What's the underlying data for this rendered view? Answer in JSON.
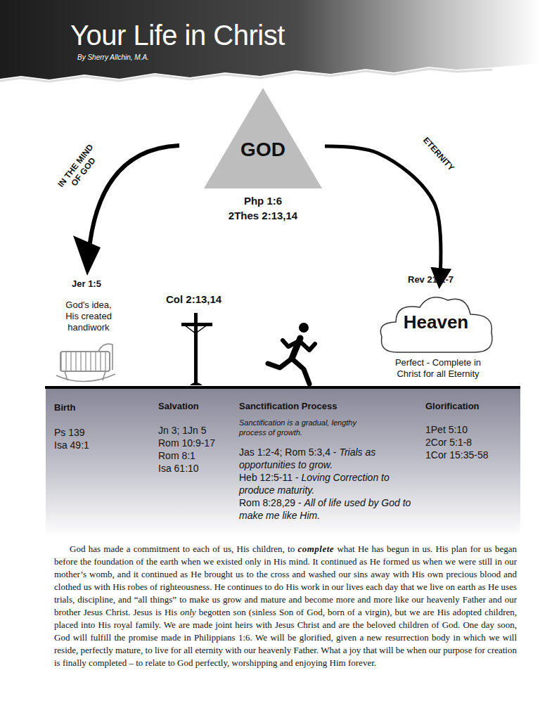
{
  "diagram": {
    "title": "Your Life in Christ",
    "nodes": [
      {
        "text": [
          "GOD"
        ]
      },
      {
        "text": [
          "Heaven"
        ]
      }
    ],
    "edges": [
      {
        "from": 0,
        "to": 1,
        "arrow": "to",
        "label": "ETERNITY"
      }
    ],
    "labels": [
      "By Sherry Allchin, M.A.",
      "IN THE MIND OF GOD",
      "Php 1:6",
      "2Thes 2:13,14",
      "Jer 1:5",
      "God's idea, His created handiwork",
      "Col 2:13,14",
      "Rev 21:2-7",
      "Perfect - Complete in Christ for all Eternity",
      "Birth",
      "Ps 139",
      "Isa 49:1",
      "Salvation",
      "Jn 3; 1Jn 5",
      "Rom 10:9-17",
      "Rom 8:1",
      "Isa 61:10",
      "Sanctification Process",
      "Sanctification is a gradual, lengthy process of growth.",
      "Jas 1:2-4; Rom 5:3,4 - ",
      "Trials as opportunities to grow.",
      "Heb 12:5-11 - ",
      "Loving Correction to produce maturity.",
      "Rom 8:28,29 - ",
      "All of life used by God to make me like Him.",
      "Glorification",
      "1Pet 5:10",
      "2Cor 5:1-8",
      "1Cor 15:35-58",
      "God has made a commitment to each of us, His children, to ",
      "complete",
      " what He has begun in us. His plan for us began before the foundation of the earth when we existed only in His mind. It continued as He formed us when we were still in our mother’s womb, and it continued as He brought us to the cross and washed our sins away with His own precious blood and clothed us with His robes of righteousness. He continues to do His work in our lives each day that we live on earth as He uses trials, discipline, and “all things” to make us grow and mature and become more and more like our heavenly Father and our brother Jesus Christ. Jesus is His ",
      "only",
      " begotten son (sinless Son of God, born of a virgin), but we are His adopted children, placed into His royal family. We are made joint heirs with Jesus Christ and are the beloved children of God. One day soon, God will fulfill the promise made in Philippians 1:6. We will be glorified, given a new resurrection body in which we will reside, perfectly mature, to live for all eternity with our heavenly Father. What a joy that will be when our purpose for creation is finally completed – to relate to God perfectly, worshipping and enjoying Him forever."
    ]
  }
}
